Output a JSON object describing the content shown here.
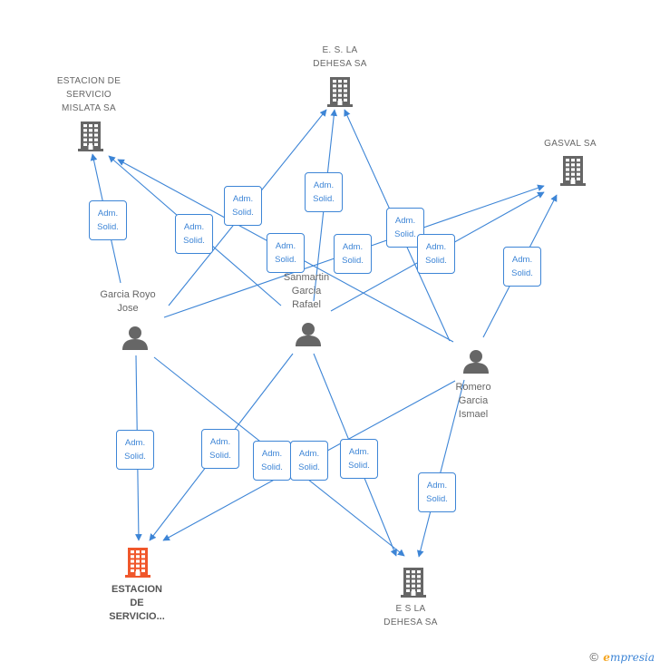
{
  "colors": {
    "edge": "#3d85d6",
    "company_icon": "#666666",
    "focus_company_icon": "#f0572b",
    "person_icon": "#666666"
  },
  "nodes": {
    "es_la_dehesa_top": {
      "label": "E. S. LA\nDEHESA SA",
      "type": "company"
    },
    "mislata": {
      "label": "ESTACION DE\nSERVICIO\nMISLATA SA",
      "type": "company"
    },
    "gasval": {
      "label": "GASVAL SA",
      "type": "company"
    },
    "garcia_royo": {
      "label": "Garcia Royo\nJose",
      "type": "person"
    },
    "sanmartin": {
      "label": "Sanmartin\nGarcia\nRafael",
      "type": "person"
    },
    "romero": {
      "label": "Romero\nGarcia\nIsmael",
      "type": "person"
    },
    "estacion_focus": {
      "label": "ESTACION\nDE\nSERVICIO...",
      "type": "company-focus"
    },
    "es_la_dehesa_bottom": {
      "label": "E S LA\nDEHESA SA",
      "type": "company"
    }
  },
  "badge_text": {
    "line1": "Adm.",
    "line2": "Solid."
  },
  "relations": [
    {
      "from": "garcia_royo",
      "to": "mislata",
      "role": "Adm. Solid."
    },
    {
      "from": "garcia_royo",
      "to": "es_la_dehesa_top",
      "role": "Adm. Solid."
    },
    {
      "from": "garcia_royo",
      "to": "gasval",
      "role": "Adm. Solid."
    },
    {
      "from": "garcia_royo",
      "to": "estacion_focus",
      "role": "Adm. Solid."
    },
    {
      "from": "garcia_royo",
      "to": "es_la_dehesa_bottom",
      "role": "Adm. Solid."
    },
    {
      "from": "sanmartin",
      "to": "mislata",
      "role": "Adm. Solid."
    },
    {
      "from": "sanmartin",
      "to": "es_la_dehesa_top",
      "role": "Adm. Solid."
    },
    {
      "from": "sanmartin",
      "to": "gasval",
      "role": "Adm. Solid."
    },
    {
      "from": "sanmartin",
      "to": "estacion_focus",
      "role": "Adm. Solid."
    },
    {
      "from": "sanmartin",
      "to": "es_la_dehesa_bottom",
      "role": "Adm. Solid."
    },
    {
      "from": "romero",
      "to": "mislata",
      "role": "Adm. Solid."
    },
    {
      "from": "romero",
      "to": "es_la_dehesa_top",
      "role": "Adm. Solid."
    },
    {
      "from": "romero",
      "to": "gasval",
      "role": "Adm. Solid."
    },
    {
      "from": "romero",
      "to": "estacion_focus",
      "role": "Adm. Solid."
    },
    {
      "from": "romero",
      "to": "es_la_dehesa_bottom",
      "role": "Adm. Solid."
    }
  ],
  "footer": {
    "copyright": "©",
    "brand_initial": "e",
    "brand_rest": "mpresia"
  }
}
